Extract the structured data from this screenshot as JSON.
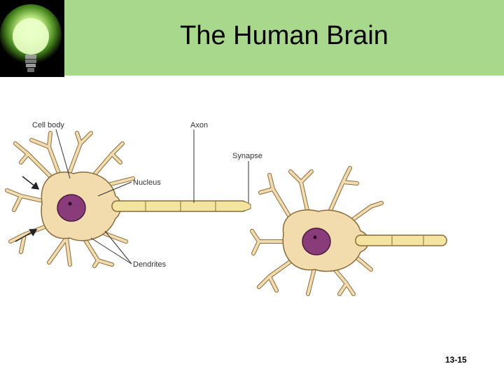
{
  "slide": {
    "title": "The Human Brain",
    "page_number": "13-15",
    "header_color": "#a8d88c"
  },
  "logo": {
    "icon": "light-bulb-icon"
  },
  "diagram": {
    "labels": {
      "cell_body": "Cell body",
      "axon": "Axon",
      "synapse": "Synapse",
      "nucleus": "Nucleus",
      "dendrites": "Dendrites"
    },
    "colors": {
      "cell": "#f2dcae",
      "cell_outline": "#8a6b3a",
      "nucleus": "#8a3b7a",
      "axon": "#f3e5a0"
    }
  }
}
